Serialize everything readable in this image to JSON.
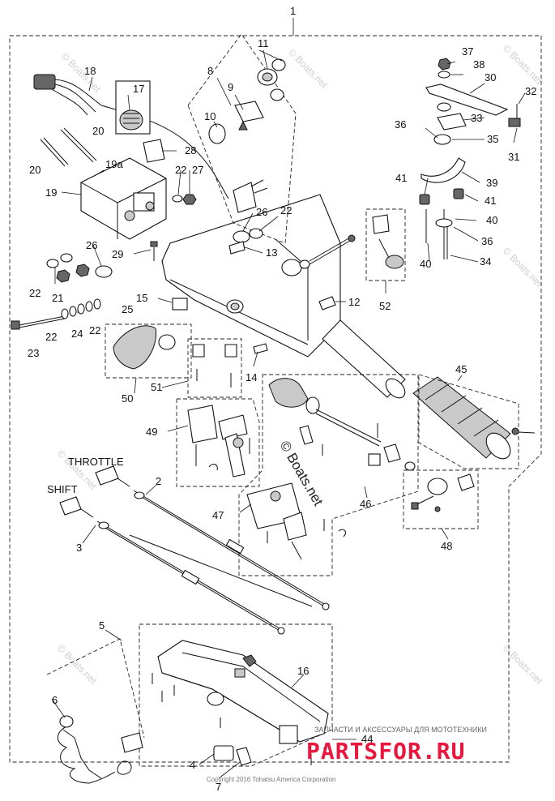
{
  "diagram": {
    "callouts": {
      "c1": "1",
      "c2": "2",
      "c3": "3",
      "c4": "4",
      "c5": "5",
      "c6": "6",
      "c7": "7",
      "c8": "8",
      "c9": "9",
      "c10": "10",
      "c11": "11",
      "c12": "12",
      "c13": "13",
      "c14": "14",
      "c15": "15",
      "c16": "16",
      "c17": "17",
      "c18": "18",
      "c19": "19",
      "c19a": "19a",
      "c20a": "20",
      "c20b": "20",
      "c21": "21",
      "c22a": "22",
      "c22b": "22",
      "c22c": "22",
      "c22d": "22",
      "c22e": "22",
      "c23": "23",
      "c24": "24",
      "c25": "25",
      "c26a": "26",
      "c26b": "26",
      "c27": "27",
      "c28": "28",
      "c29": "29",
      "c30": "30",
      "c31": "31",
      "c32": "32",
      "c33": "33",
      "c34": "34",
      "c35": "35",
      "c36a": "36",
      "c36b": "36",
      "c37": "37",
      "c38": "38",
      "c39": "39",
      "c40a": "40",
      "c40b": "40",
      "c41a": "41",
      "c41b": "41",
      "c44": "44",
      "c45": "45",
      "c46": "46",
      "c47": "47",
      "c48": "48",
      "c49": "49",
      "c50": "50",
      "c51": "51",
      "c52": "52"
    },
    "annotations": {
      "throttle": "THROTTLE",
      "shift": "SHIFT"
    },
    "watermark": "© Boats.net",
    "watermark_small": "© Boats.net",
    "copyright": "Copyright 2016 Tohatsu America Corporation",
    "shop_tagline": "ЗАПЧАСТИ И АКСЕССУАРЫ ДЛЯ МОТОТЕХНИКИ",
    "shop_brand": "PARTSFOR.RU"
  }
}
